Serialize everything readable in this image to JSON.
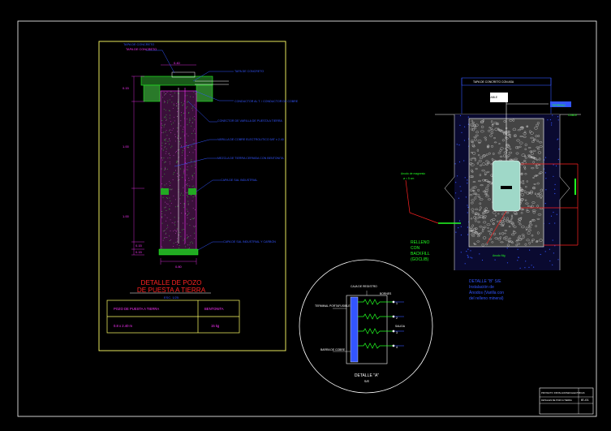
{
  "colors": {
    "background": "#000000",
    "frame": "#ffffff",
    "sheet_border": "#ffff66",
    "magenta": "#ff33ff",
    "blue": "#3355ff",
    "red": "#ff2222",
    "green": "#22ff22",
    "white": "#ffffff",
    "yellow": "#ffff00"
  },
  "pozo": {
    "title_line1": "DETALLE DE POZO",
    "title_line2": "DE PUESTA A TIERRA",
    "scale": "ESC. 1/25",
    "top_note_1": "TAPA DE CONCRETO",
    "top_note_2": "TAPA DE CONCRETO",
    "dim_top": "0.40",
    "dim_side_1": "0.15",
    "dim_side_2": "1.00",
    "dim_side_3": "1.00",
    "dim_bottom_1": "0.15",
    "dim_bottom_2": "0.15",
    "dim_width": "0.80",
    "callouts": [
      "TAPA DE CONCRETO",
      "CONDUCTOR AL T. / CONDUCTOR DE COBRE",
      "CONECTOR DE VARILLA DE PUESTA A TIERRA",
      "VARILLA DE COBRE ELECTROLITICO 5/8\" x 2.40",
      "MEZCLA DE TIERRA CERNIDA CON BENTONITA",
      "CAPA DE SAL INDUSTRIAL",
      "CAPA DE SAL INDUSTRIAL Y CARBON"
    ],
    "table_header": [
      "POZO DE PUESTA A TIERRA",
      "BENTONITA"
    ],
    "table_row": [
      "0.8 x 2.40 m",
      "15 kg"
    ]
  },
  "detalle_a": {
    "title": "DETALLE \"A\"",
    "scale": "S/E",
    "label_top": "CAJA DE REGISTRO",
    "label_top_right": "BORNES",
    "label_left_1": "TERMINAL PORTAFUSIBLE",
    "label_left_2": "BARRA DE COBRE",
    "label_right": "SALIDA",
    "terminals": [
      "1",
      "2",
      "3",
      "4"
    ]
  },
  "detalle_b": {
    "title_line1": "DETALLE \"B\" S/E",
    "title_line2": "Instalación de",
    "title_line3": "Ánodos (Varilla con",
    "title_line4": "del relleno mineral)",
    "label_cover": "TAPA DE CONCRETO CON ASA",
    "label_rod": "CABLE",
    "label_ground": "TERRENO",
    "label_backfill_1": "RELLENO",
    "label_backfill_2": "CON",
    "label_backfill_3": "BACKFILL",
    "label_backfill_4": "(GOCLIB)",
    "label_left_1": "Anodo de magnesio",
    "label_left_2": "ø = 5 cm",
    "label_bottom": "Anodo Mg",
    "label_right": "CABLE"
  },
  "title_block": {
    "line1": "PROYECTO: INSTALACIONES ELECTRICAS",
    "line2": "DETALLES DE POZO A TIERRA",
    "code": "IE-01"
  }
}
